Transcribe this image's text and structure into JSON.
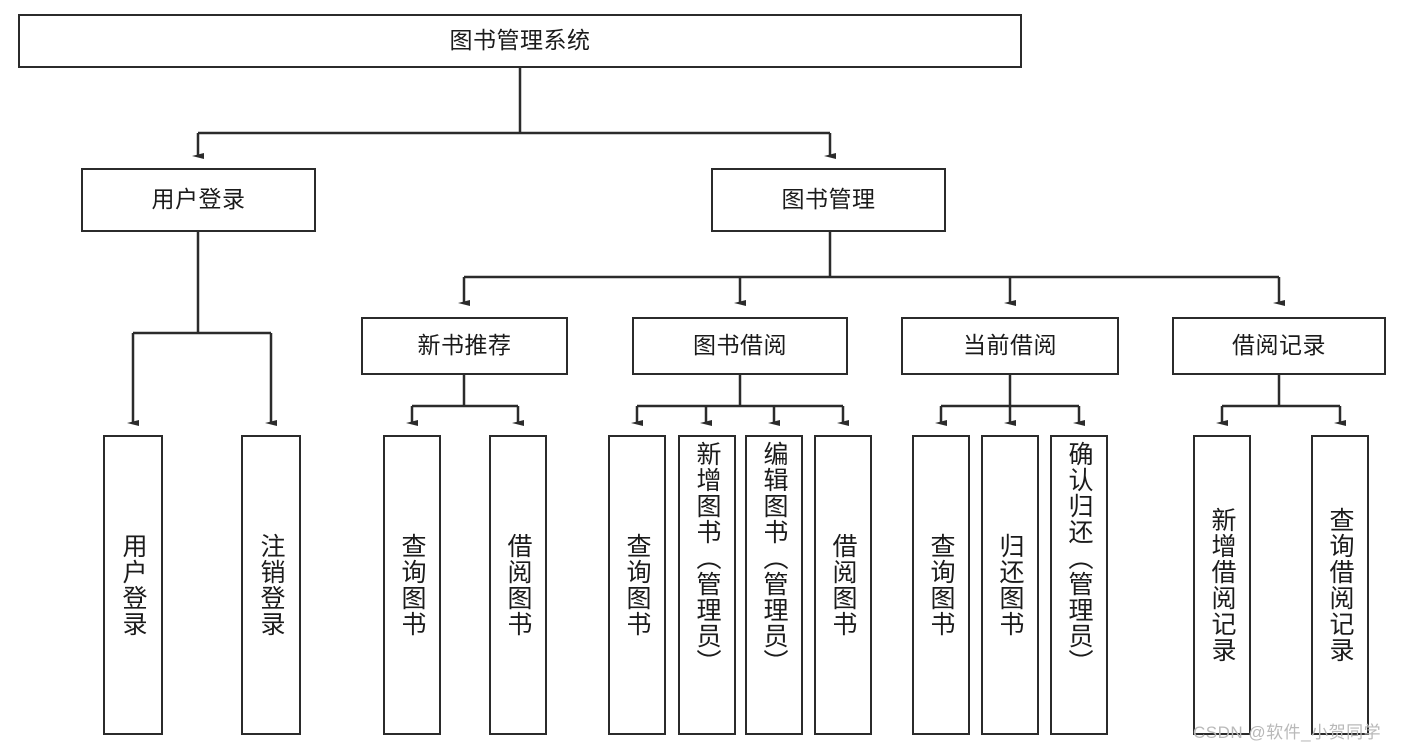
{
  "diagram": {
    "type": "tree-hierarchy-functional-decomposition",
    "root": {
      "label": "图书管理系统"
    },
    "level2": [
      {
        "label": "用户登录"
      },
      {
        "label": "图书管理"
      }
    ],
    "level3": [
      {
        "label": "新书推荐"
      },
      {
        "label": "图书借阅"
      },
      {
        "label": "当前借阅"
      },
      {
        "label": "借阅记录"
      }
    ],
    "leaves": {
      "user_login": [
        {
          "label": "用户登录"
        },
        {
          "label": "注销登录"
        }
      ],
      "new_book_recommend": [
        {
          "label": "查询图书"
        },
        {
          "label": "借阅图书"
        }
      ],
      "book_borrow": [
        {
          "label": "查询图书"
        },
        {
          "label": "新增图书（管理员）"
        },
        {
          "label": "编辑图书（管理员）"
        },
        {
          "label": "借阅图书"
        }
      ],
      "current_borrow": [
        {
          "label": "查询图书"
        },
        {
          "label": "归还图书"
        },
        {
          "label": "确认归还（管理员）"
        }
      ],
      "borrow_record": [
        {
          "label": "新增借阅记录"
        },
        {
          "label": "查询借阅记录"
        }
      ]
    },
    "watermark": "CSDN @软件_小贺同学",
    "colors": {
      "stroke": "#2b2b2b",
      "background": "#ffffff",
      "text": "#1b1b1b",
      "watermark": "#b9b9b9"
    }
  }
}
